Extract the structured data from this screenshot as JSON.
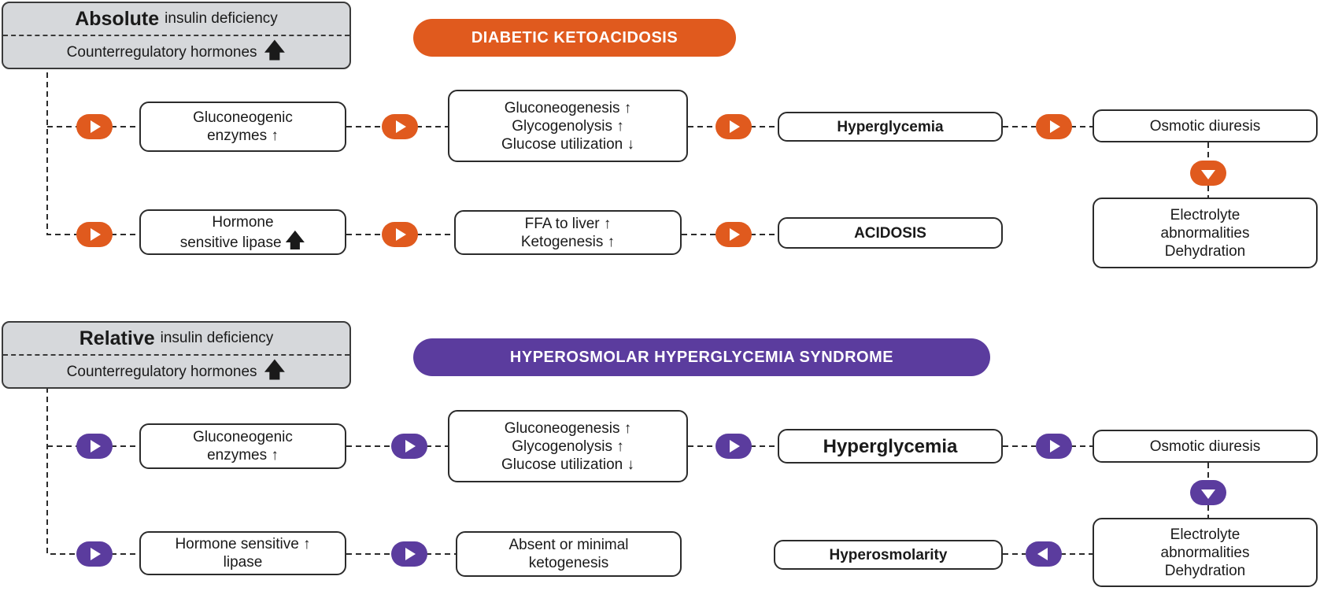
{
  "dka": {
    "header": {
      "bold": "Absolute",
      "rest": "insulin deficiency",
      "hormones": "Counterregulatory hormones",
      "arrow": "🡅"
    },
    "title": "DIABETIC KETOACIDOSIS",
    "color": "#e05a1e",
    "row1": {
      "enzymes": [
        "Gluconeogenic",
        "enzymes ↑"
      ],
      "processes": [
        "Gluconeogenesis ↑",
        "Glycogenolysis ↑",
        "Glucose utilization ↓"
      ],
      "result": "Hyperglycemia",
      "diuresis": "Osmotic diuresis"
    },
    "row2": {
      "lipase": [
        "Hormone",
        "sensitive lipase"
      ],
      "lipase_arrow": "🡅",
      "liver": [
        "FFA to liver ↑",
        "Ketogenesis ↑"
      ],
      "result": "ACIDOSIS",
      "electrolytes": [
        "Electrolyte",
        "abnormalities",
        "Dehydration"
      ]
    }
  },
  "hhs": {
    "header": {
      "bold": "Relative",
      "rest": "insulin deficiency",
      "hormones": "Counterregulatory hormones",
      "arrow": "🡅"
    },
    "title": "HYPEROSMOLAR HYPERGLYCEMIA SYNDROME",
    "color": "#5b3c9e",
    "row1": {
      "enzymes": [
        "Gluconeogenic",
        "enzymes ↑"
      ],
      "processes": [
        "Gluconeogenesis ↑",
        "Glycogenolysis ↑",
        "Glucose utilization ↓"
      ],
      "result": "Hyperglycemia",
      "diuresis": "Osmotic diuresis"
    },
    "row2": {
      "lipase": [
        "Hormone sensitive ↑",
        "lipase"
      ],
      "ketogenesis": [
        "Absent or minimal",
        "ketogenesis"
      ],
      "result": "Hyperosmolarity",
      "electrolytes": [
        "Electrolyte",
        "abnormalities",
        "Dehydration"
      ]
    }
  }
}
